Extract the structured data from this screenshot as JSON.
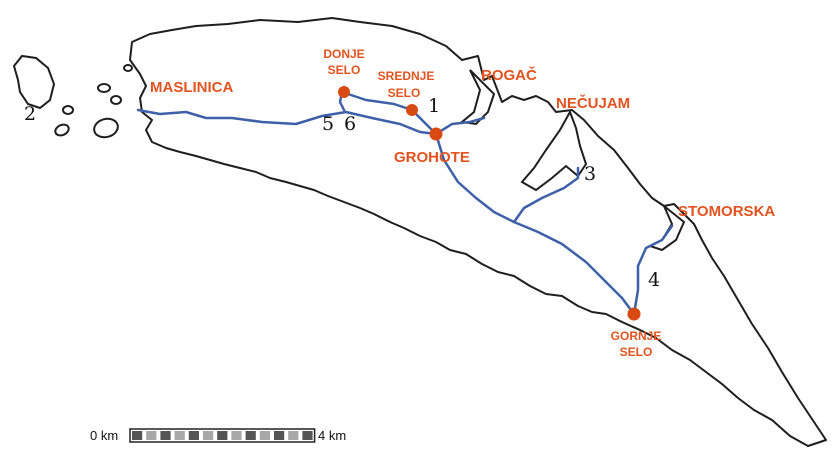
{
  "colors": {
    "coast": "#1e1e1e",
    "land": "#ffffff",
    "road": "#3e60a8",
    "label": "#e2531f",
    "dot": "#d94a12"
  },
  "places": {
    "maslinica": "MASLINICA",
    "donje_selo_1": "DONJE",
    "donje_selo_2": "SELO",
    "srednje_selo_1": "SREDNJE",
    "srednje_selo_2": "SELO",
    "rogac": "ROGAČ",
    "necujam": "NEČUJAM",
    "grohote": "GROHOTE",
    "stomorska": "STOMORSKA",
    "gornje_selo_1": "GORNJE",
    "gornje_selo_2": "SELO"
  },
  "markers": [
    "1",
    "2",
    "3",
    "4",
    "5",
    "6"
  ],
  "scale": {
    "start": "0 km",
    "end": "4 km"
  }
}
